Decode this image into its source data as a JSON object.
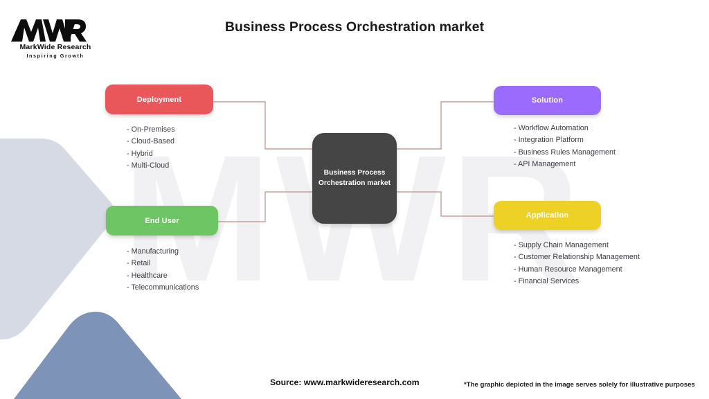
{
  "header": {
    "title": "Business Process Orchestration market",
    "logo": {
      "mark": "MWR",
      "name": "MarkWide Research",
      "tagline": "Inspiring Growth"
    }
  },
  "center": {
    "label_line1": "Business Process",
    "label_line2": "Orchestration market",
    "color": "#454545"
  },
  "branches": [
    {
      "id": "deployment",
      "label": "Deployment",
      "color": "#e9575a",
      "items": [
        "- On-Premises",
        "- Cloud-Based",
        "- Hybrid",
        "- Multi-Cloud"
      ]
    },
    {
      "id": "enduser",
      "label": "End User",
      "color": "#6ec563",
      "items": [
        "- Manufacturing",
        "- Retail",
        "- Healthcare",
        "- Telecommunications"
      ]
    },
    {
      "id": "solution",
      "label": "Solution",
      "color": "#9a6bfc",
      "items": [
        "- Workflow Automation",
        "- Integration Platform",
        "- Business Rules Management",
        "- API Management"
      ]
    },
    {
      "id": "application",
      "label": "Application",
      "color": "#eed127",
      "items": [
        "- Supply Chain Management",
        "- Customer Relationship Management",
        "- Human Resource Management",
        "- Financial Services"
      ]
    }
  ],
  "footer": {
    "source": "Source: www.markwideresearch.com",
    "disclaimer": "*The graphic depicted in the image serves solely for illustrative purposes"
  },
  "decor": {
    "watermark_text": "MWR",
    "connector_color": "#c08b8b",
    "shape_light": "#d5dae5",
    "shape_dark": "#7d93b8"
  }
}
